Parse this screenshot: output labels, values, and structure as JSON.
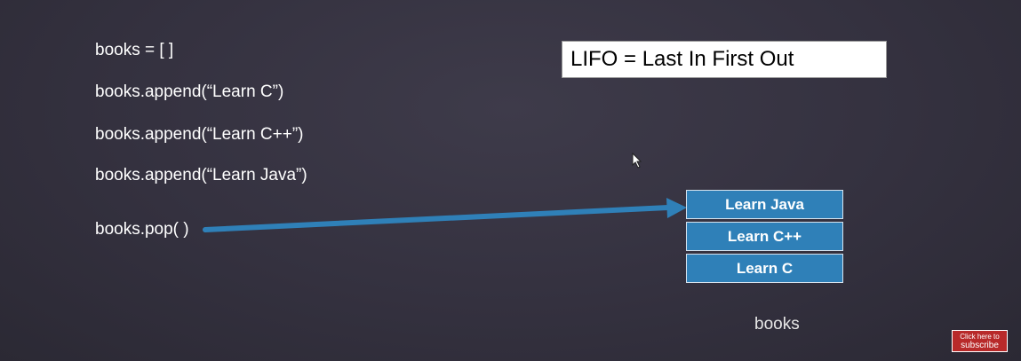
{
  "code": {
    "lines": [
      "books = [ ]",
      "books.append(“Learn C”)",
      "books.append(“Learn C++”)",
      "books.append(“Learn Java”)",
      "books.pop( )"
    ]
  },
  "lifo_label": "LIFO = Last In First Out",
  "stack": {
    "items": [
      "Learn Java",
      "Learn C++",
      "Learn C"
    ],
    "label": "books"
  },
  "subscribe": {
    "line1": "Click here to",
    "line2": "subscribe"
  },
  "colors": {
    "background": "#34313f",
    "arrow": "#2f80b8",
    "stack_fill": "#2f80b8",
    "subscribe_fill": "#b82a2a"
  },
  "icons": {
    "arrow": "arrow-right-icon",
    "cursor": "mouse-cursor-icon"
  }
}
